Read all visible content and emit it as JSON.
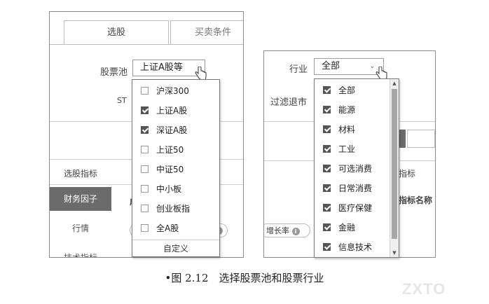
{
  "left": {
    "tabs": [
      "选股",
      "买卖条件"
    ],
    "stock_pool_label": "股票池",
    "stock_pool_value": "上证A股等",
    "st_label": "ST",
    "section_label": "选股指标",
    "sidebar": [
      "财务因子",
      "行情",
      "技术指标"
    ],
    "header_fragment": "成",
    "pool_options": [
      {
        "label": "沪深300",
        "checked": false
      },
      {
        "label": "上证A股",
        "checked": true
      },
      {
        "label": "深证A股",
        "checked": true
      },
      {
        "label": "上证50",
        "checked": false
      },
      {
        "label": "中证50",
        "checked": false
      },
      {
        "label": "中小板",
        "checked": false
      },
      {
        "label": "创业板指",
        "checked": false
      },
      {
        "label": "全A股",
        "checked": false
      }
    ],
    "pool_custom": "自定义"
  },
  "right": {
    "industry_label": "行业",
    "industry_value": "全部",
    "filter_label": "过滤退市",
    "indicator_fragment": "指标",
    "indicator_name_fragment": "指标名称",
    "growth_pill": "增长率",
    "industry_options": [
      {
        "label": "全部",
        "checked": true
      },
      {
        "label": "能源",
        "checked": true
      },
      {
        "label": "材料",
        "checked": true
      },
      {
        "label": "工业",
        "checked": true
      },
      {
        "label": "可选消费",
        "checked": true
      },
      {
        "label": "日常消费",
        "checked": true
      },
      {
        "label": "医疗保健",
        "checked": true
      },
      {
        "label": "金融",
        "checked": true
      },
      {
        "label": "信息技术",
        "checked": true
      }
    ]
  },
  "caption": "•图 2.12　选择股票池和股票行业",
  "watermark": "ZXTO",
  "icons": {
    "dropdown": "chevron-down-icon",
    "pointer": "hand-pointer-icon",
    "info": "info-icon",
    "check": "checkbox-icon"
  },
  "colors": {
    "sidebar_active": "#6b6b6b",
    "checkbox_checked": "#555555",
    "scroll_thumb": "#a6a6a6"
  }
}
